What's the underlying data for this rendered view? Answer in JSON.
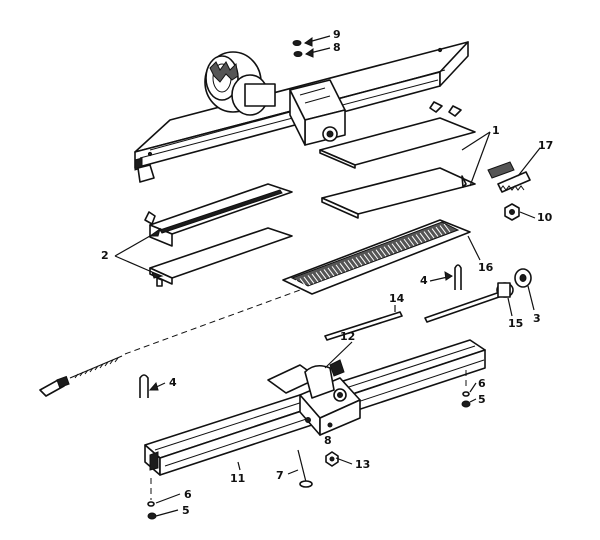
{
  "callouts": {
    "c1": "1",
    "c2": "2",
    "c3": "3",
    "c4a": "4",
    "c4b": "4",
    "c5a": "5",
    "c5b": "5",
    "c6a": "6",
    "c6b": "6",
    "c7": "7",
    "c8a": "8",
    "c8b": "8",
    "c9": "9",
    "c10": "10",
    "c11": "11",
    "c12": "12",
    "c13": "13",
    "c14": "14",
    "c15": "15",
    "c16": "16",
    "c17": "17"
  },
  "colors": {
    "ink": "#111111",
    "paper": "#ffffff"
  }
}
